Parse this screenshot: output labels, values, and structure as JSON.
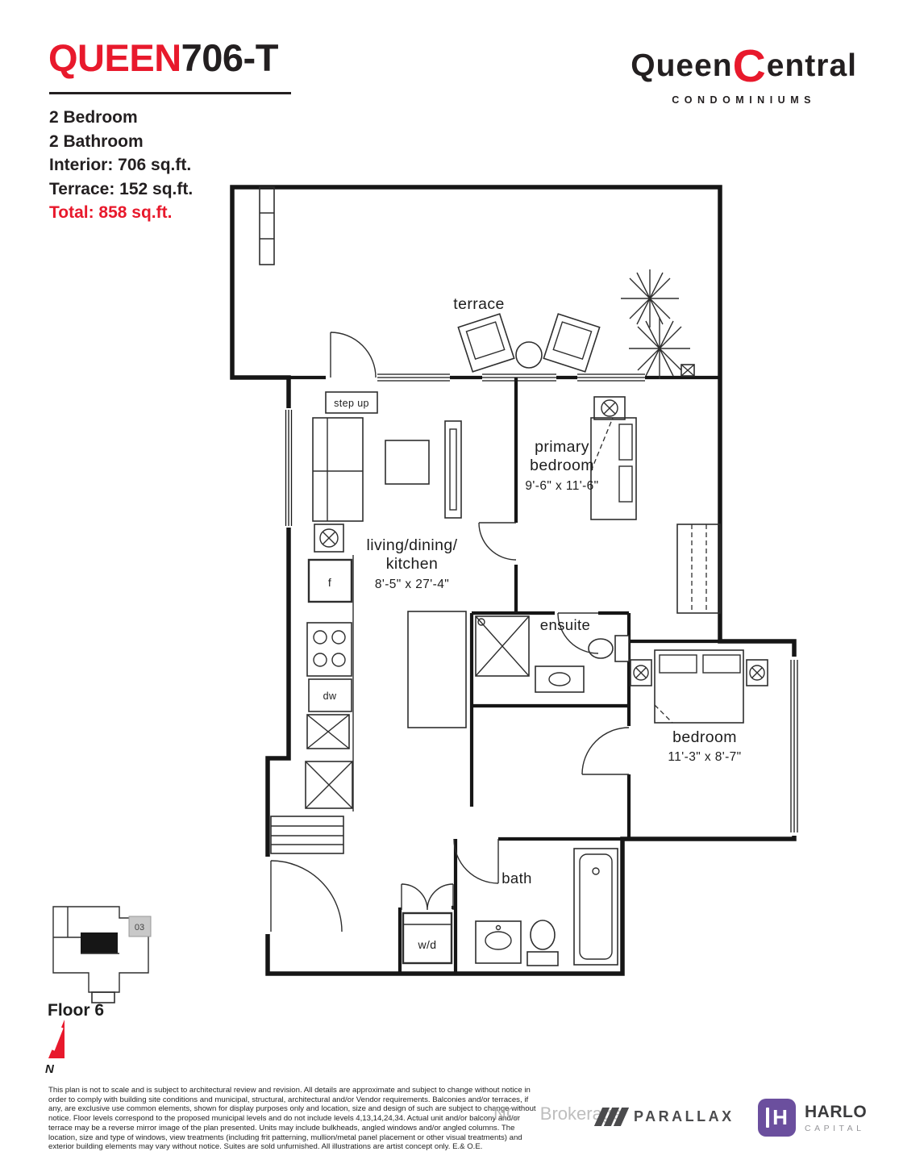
{
  "title": {
    "red": "QUEEN",
    "black": "706-T"
  },
  "specs": [
    "2 Bedroom",
    "2 Bathroom",
    "Interior: 706 sq.ft.",
    "Terrace: 152 sq.ft."
  ],
  "total": "Total: 858 sq.ft.",
  "brand": {
    "part1": "Queen",
    "part2": "C",
    "part3": "entral",
    "subtitle": "CONDOMINIUMS"
  },
  "plan": {
    "terrace": "terrace",
    "step_up": "step up",
    "primary_line1": "primary",
    "primary_line2": "bedroom",
    "primary_dims": "9'-6\" x 11'-6\"",
    "living_line1": "living/dining/",
    "living_line2": "kitchen",
    "living_dims": "8'-5\" x 27'-4\"",
    "ensuite": "ensuite",
    "bedroom": "bedroom",
    "bedroom_dims": "11'-3\" x 8'-7\"",
    "bath": "bath",
    "wd": "w/d",
    "fridge": "f",
    "dishwasher": "dw"
  },
  "keyplan": {
    "unit": "03",
    "floor": "Floor 6",
    "north": "N"
  },
  "watermark": {
    "part1": "NC",
    "part2": "Brokerage"
  },
  "disclaimer": "This plan is not to scale and is subject to architectural review and revision. All details are approximate and subject to change without notice in order to comply with building site conditions and municipal, structural, architectural and/or Vendor requirements. Balconies and/or terraces, if any, are exclusive use common elements, shown for display purposes only and location, size and design of such are subject to change without notice. Floor levels correspond to the proposed municipal levels and do not include levels 4,13,14,24,34. Actual unit and/or balcony and/or terrace may be a reverse mirror image of the plan presented. Units may include bulkheads, angled windows and/or angled columns. The location, size and type of windows, view treatments (including frit patterning, mullion/metal panel placement or other visual treatments) and exterior building elements may vary without notice. Suites are sold unfurnished. All illustrations are artist concept only. E.& O.E.",
  "footer": {
    "parallax": "PARALLAX",
    "harlo_name": "HARLO",
    "harlo_sub": "CAPITAL"
  },
  "colors": {
    "accent_red": "#e8192c",
    "harlo_purple": "#6b4f9e",
    "ink": "#231f20"
  }
}
